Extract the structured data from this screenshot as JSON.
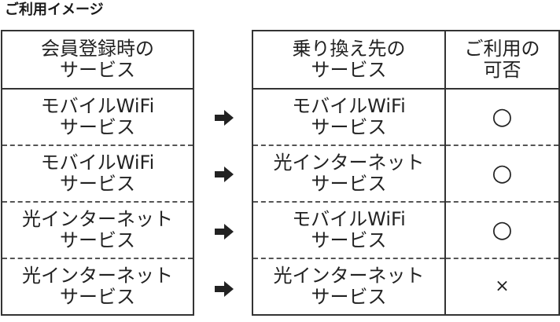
{
  "title": "ご利用イメージ",
  "left_table": {
    "header": [
      "会員登録時の",
      "サービス"
    ],
    "rows": [
      [
        "モバイルWiFi",
        "サービス"
      ],
      [
        "モバイルWiFi",
        "サービス"
      ],
      [
        "光インターネット",
        "サービス"
      ],
      [
        "光インターネット",
        "サービス"
      ]
    ]
  },
  "right_table": {
    "headers": [
      [
        "乗り換え先の",
        "サービス"
      ],
      [
        "ご利用の",
        "可否"
      ]
    ],
    "rows": [
      {
        "service": [
          "モバイルWiFi",
          "サービス"
        ],
        "availability": "○"
      },
      {
        "service": [
          "光インターネット",
          "サービス"
        ],
        "availability": "○"
      },
      {
        "service": [
          "モバイルWiFi",
          "サービス"
        ],
        "availability": "○"
      },
      {
        "service": [
          "光インターネット",
          "サービス"
        ],
        "availability": "×"
      }
    ]
  },
  "icons": {
    "arrow": "arrow-right-icon",
    "arrow_color": "#222222"
  }
}
